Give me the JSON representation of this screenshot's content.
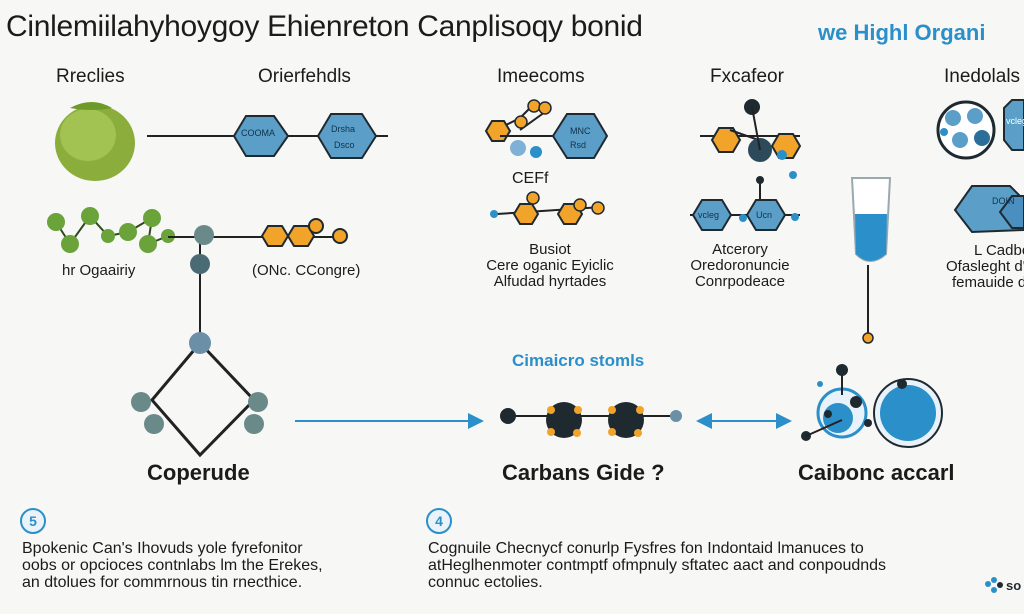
{
  "header": {
    "title": "Cinlemiilahyhoygoy Ehienreton Canplisoqy bonid",
    "right_title": "we Highl Organi"
  },
  "columns": {
    "c1": "Rreclies",
    "c2": "Orierfehdls",
    "c3": "Imeecoms",
    "c4": "Fxcafeor",
    "c5": "Inedolals"
  },
  "labels": {
    "hex1": "COOMA",
    "hex2_a": "Drsha",
    "hex2_b": "Dsco",
    "hex3_a": "MNC",
    "hex3_b": "Rsd",
    "hex4": "vcleg",
    "hex5": "Ucn",
    "hex6": "DOIN",
    "organity": "hr Ogaairiy",
    "onc": "(ONc. CCongre)",
    "cef": "CEFf",
    "busiot": "Busiot",
    "cere_organic": "Cere oganic Eyiclic",
    "alfudad": "Alfudad hyrtades",
    "atcerory": "Atcerory",
    "oredor": "Oredoronuncie",
    "conpod": "Conrpodeace",
    "lcadbo": "L Cadbo",
    "ofasieght": "Ofasleght d'o",
    "femaudie": "femauide dlai",
    "cimacro": "Cimaicro stomls",
    "coperude": "Coperude",
    "carbans": "Carbans Gide ?",
    "cabonc": "Caibonc accarl"
  },
  "footer": {
    "step1": "5",
    "step2": "4",
    "left_line1": "Bpokenic Can's Ihovuds yole fyrefonitor",
    "left_line2": "oobs or opcioces contnlabs lm the Erekes,",
    "left_line3": "an dtolues for commrnous tin rnecthice.",
    "right_line1": "Cognuile Checnycf conurlp Fysfres fon Indontaid lmanuces to",
    "right_line2": "atHeglhenmoter contmptf ofmpnuly sftatec aact and conpoudnds",
    "right_line3": "connuc ectolies.",
    "logo": "so"
  },
  "colors": {
    "accent": "#2b8fc9",
    "hex_fill": "#5b9fc9",
    "orange": "#f2a329",
    "dark": "#1f2a30",
    "green": "#6aa33a"
  }
}
